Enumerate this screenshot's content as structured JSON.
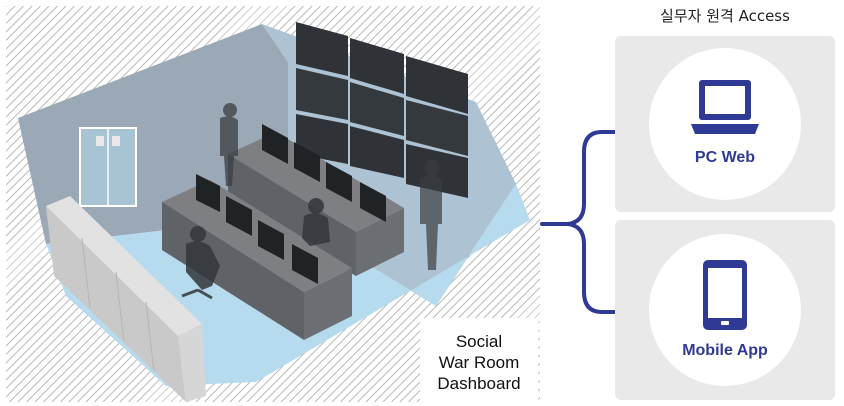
{
  "room": {
    "caption_lines": [
      "Social",
      "War Room",
      "Dashboard"
    ]
  },
  "access": {
    "title": "실무자 원격 Access",
    "items": [
      {
        "label": "PC Web",
        "icon": "laptop-icon"
      },
      {
        "label": "Mobile App",
        "icon": "tablet-icon"
      }
    ]
  },
  "colors": {
    "accent": "#2f3a95",
    "card_bg": "#e9e9e9",
    "floor": "#b7dbee",
    "hatch": "#bdbdbd"
  }
}
